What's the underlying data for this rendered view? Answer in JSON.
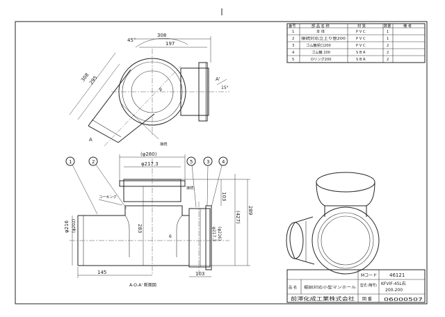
{
  "drawing": {
    "view_a_label": "A",
    "section_label": "A-O-A' 断面図",
    "section_start_label": "A' ",
    "angle_45": "45°",
    "angle_15": "15°",
    "flat_label": "接続",
    "caulking_label": "コーキング",
    "dims": {
      "w308_top": "308",
      "w197": "197",
      "diag308": "308",
      "diag295": "295",
      "d9": "9",
      "d280": "(φ280)",
      "d2173_top": "φ217.3",
      "d103_right": "103",
      "d289": "289",
      "d427": "(427)",
      "d283": "283",
      "d216": "φ216",
      "d202": "(φ202)",
      "d2173_right": "φ217.3",
      "d216_right": "(φ216)",
      "d145": "145",
      "d103_bottom": "103",
      "d6": "6"
    },
    "balloons": [
      "1",
      "2",
      "5",
      "3",
      "4"
    ]
  },
  "parts_table": {
    "headers": [
      "番号",
      "部 品 名 称",
      "材 質",
      "数量",
      "備 考"
    ],
    "rows": [
      {
        "no": "1",
        "name": "本 体",
        "material": "P V C",
        "qty": "1",
        "note": ""
      },
      {
        "no": "2",
        "name": "接続対応立上り管200",
        "material": "P V C",
        "qty": "1",
        "note": ""
      },
      {
        "no": "3",
        "name": "ゴム輪受口200",
        "material": "P V C",
        "qty": "2",
        "note": ""
      },
      {
        "no": "4",
        "name": "ゴム輪 200",
        "material": "S B R",
        "qty": "2",
        "note": ""
      },
      {
        "no": "5",
        "name": "Oリング200",
        "material": "S B R",
        "qty": "2",
        "note": ""
      }
    ]
  },
  "title_block": {
    "m_code_label": "Mコード",
    "m_code_value": "46121",
    "name_label": "品 名",
    "name_value": "掘削対応小型マンホール",
    "model_label": "型式 (略号)",
    "model_value_1": "KFVIF-45L右",
    "model_value_2": "200-200",
    "company": "前澤化成工業株式会社",
    "drawing_no_label": "図 番",
    "drawing_no_value": "06000507"
  }
}
